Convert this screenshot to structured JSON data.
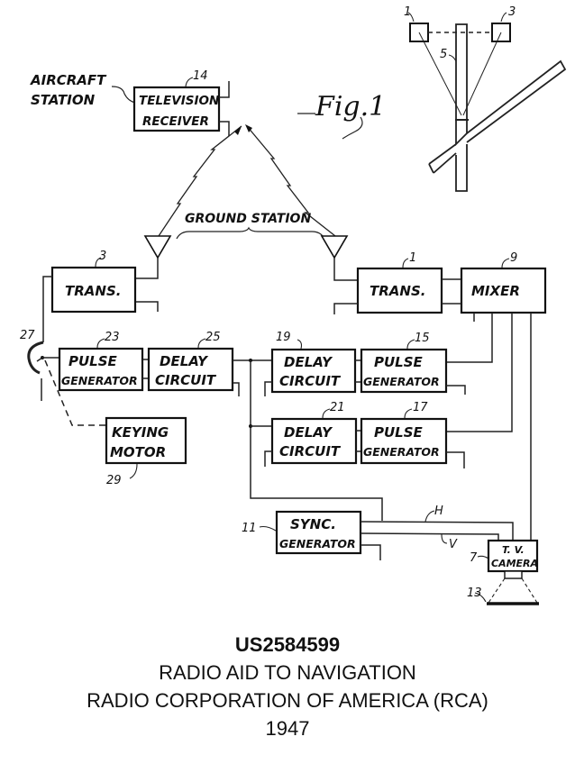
{
  "figure": {
    "title": "Fig.1",
    "aircraft_station_label": [
      "AIRCRAFT",
      "STATION"
    ],
    "ground_station_label": "GROUND STATION",
    "blocks": [
      {
        "id": "tv-receiver",
        "ref": "14",
        "lines": [
          "TELEVISION",
          "RECEIVER"
        ]
      },
      {
        "id": "trans-3",
        "ref": "3",
        "lines": [
          "TRANS."
        ]
      },
      {
        "id": "trans-1",
        "ref": "1",
        "lines": [
          "TRANS."
        ]
      },
      {
        "id": "mixer",
        "ref": "9",
        "lines": [
          "MIXER"
        ]
      },
      {
        "id": "pulse-gen-23",
        "ref": "23",
        "lines": [
          "PULSE",
          "GENERATOR"
        ]
      },
      {
        "id": "delay-25",
        "ref": "25",
        "lines": [
          "DELAY",
          "CIRCUIT"
        ]
      },
      {
        "id": "delay-19",
        "ref": "19",
        "lines": [
          "DELAY",
          "CIRCUIT"
        ]
      },
      {
        "id": "pulse-gen-15",
        "ref": "15",
        "lines": [
          "PULSE",
          "GENERATOR"
        ]
      },
      {
        "id": "delay-21",
        "ref": "21",
        "lines": [
          "DELAY",
          "CIRCUIT"
        ]
      },
      {
        "id": "pulse-gen-17",
        "ref": "17",
        "lines": [
          "PULSE",
          "GENERATOR"
        ]
      },
      {
        "id": "keying-motor",
        "ref": "29",
        "lines": [
          "KEYING",
          "MOTOR"
        ]
      },
      {
        "id": "sync-gen",
        "ref": "11",
        "lines": [
          "SYNC.",
          "GENERATOR"
        ]
      },
      {
        "id": "tv-camera",
        "ref": "7",
        "lines": [
          "T. V.",
          "CAMERA"
        ]
      }
    ],
    "refs": {
      "switch": "27",
      "lens": "13",
      "horizontal": "H",
      "vertical": "V",
      "inset_left": "1",
      "inset_right": "3",
      "inset_runway": "5"
    }
  },
  "caption": {
    "patent_number": "US2584599",
    "title": "RADIO AID TO NAVIGATION",
    "assignee": "RADIO CORPORATION OF AMERICA (RCA)",
    "year": "1947"
  }
}
